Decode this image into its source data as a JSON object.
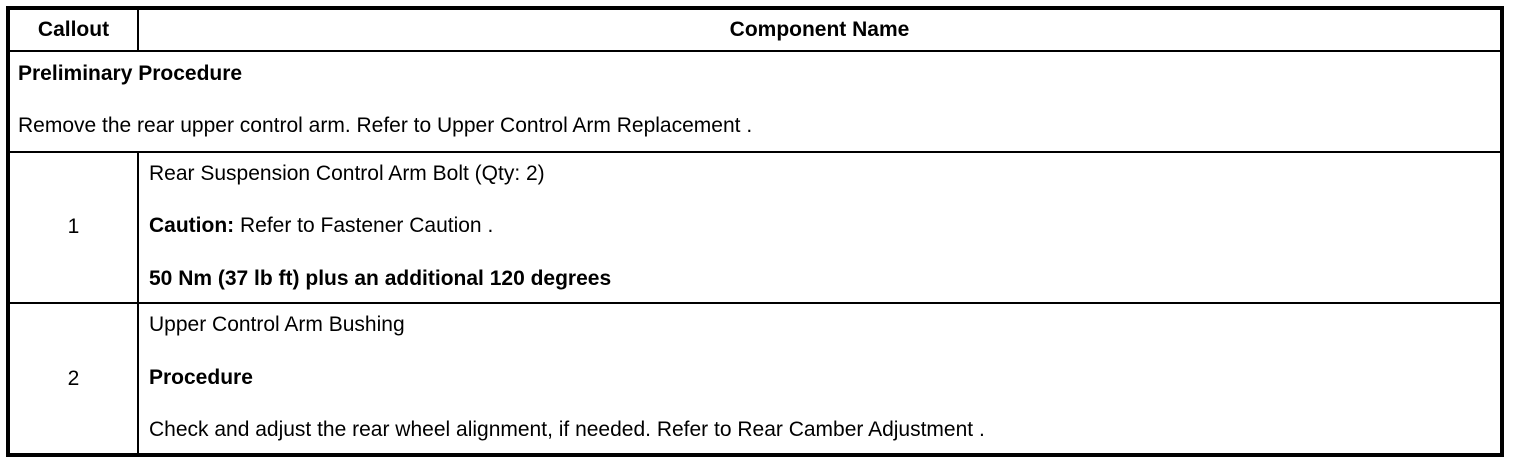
{
  "table": {
    "headers": {
      "callout": "Callout",
      "component_name": "Component Name"
    },
    "preliminary": {
      "title": "Preliminary Procedure",
      "text": "Remove the rear upper control arm. Refer to Upper Control Arm Replacement ."
    },
    "rows": [
      {
        "callout": "1",
        "name": "Rear Suspension Control Arm Bolt (Qty: 2)",
        "caution_label": "Caution:",
        "caution_text": " Refer to Fastener Caution .",
        "torque": "50 Nm (37 lb ft) plus an additional 120 degrees"
      },
      {
        "callout": "2",
        "name": "Upper Control Arm Bushing",
        "procedure_label": "Procedure",
        "procedure_text": "Check and adjust the rear wheel alignment, if needed. Refer to Rear Camber Adjustment ."
      }
    ]
  },
  "colors": {
    "border": "#000000",
    "text": "#000000",
    "background": "#ffffff"
  }
}
